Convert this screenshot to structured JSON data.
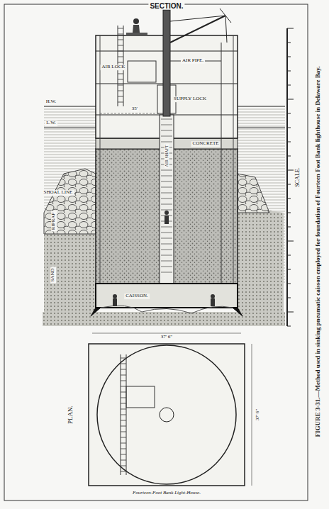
{
  "diagram": {
    "title": "SECTION.",
    "caption": "FIGURE 3-31.—Method used in sinking pneumatic caisson employed for foundation of Fourteen Foot Bank lighthouse in Delaware Bay.",
    "labels": [
      "AIR LOCK",
      "AIR PIPE.",
      "H.W.",
      "L.W.",
      "SUPPLY LOCK",
      "35'",
      "CONCRETE",
      "AIR SHAFT",
      "SHOAL LINE",
      "RIPRAP",
      "SAND",
      "CAISSON.",
      "SCALE.",
      "37' 6\"",
      "PLAN.",
      "37' 6\"",
      "Fourteen-Foot Bank Light-House."
    ]
  }
}
